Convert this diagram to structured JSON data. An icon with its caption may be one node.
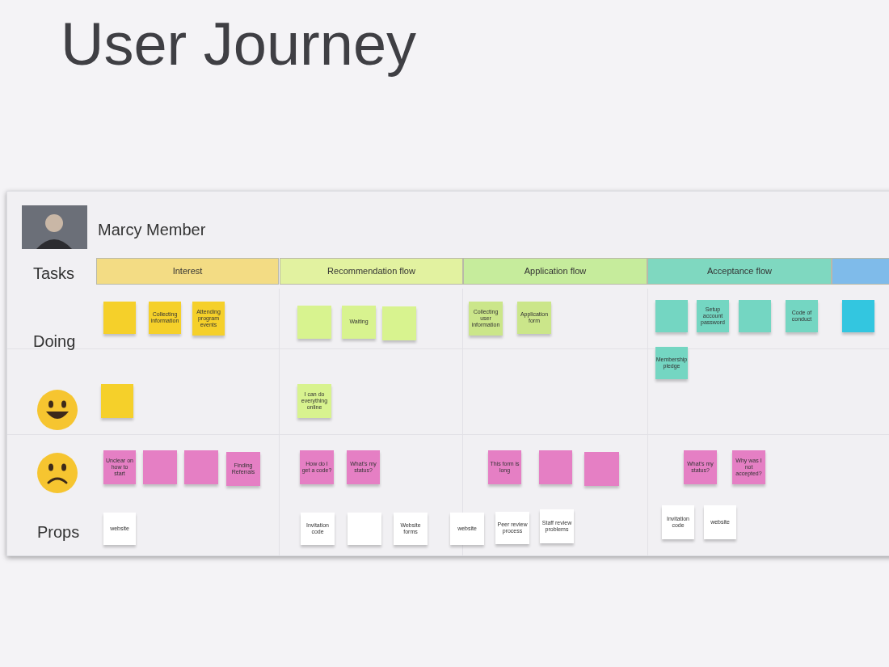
{
  "diagram": {
    "title": "User Journey",
    "nodes": [
      {
        "text": [
          "Interest"
        ]
      },
      {
        "text": [
          "Recommendation flow"
        ]
      },
      {
        "text": [
          "Application flow"
        ]
      },
      {
        "text": [
          "Acceptance flow"
        ]
      },
      {
        "text": [],
        "shape": "bar"
      },
      {
        "text": [],
        "shape": "box"
      },
      {
        "text": [
          "Collecting information"
        ]
      },
      {
        "text": [
          "Attending program events"
        ]
      },
      {
        "text": [],
        "shape": "box"
      },
      {
        "text": [
          "Waiting"
        ]
      },
      {
        "text": [],
        "shape": "box"
      },
      {
        "text": [
          "Collecting user information"
        ]
      },
      {
        "text": [
          "Application form"
        ]
      },
      {
        "text": [],
        "shape": "box"
      },
      {
        "text": [
          "Setup account password"
        ]
      },
      {
        "text": [],
        "shape": "box"
      },
      {
        "text": [
          "Code of conduct"
        ]
      },
      {
        "text": [],
        "shape": "box"
      },
      {
        "text": [
          "Membership pledge"
        ]
      },
      {
        "text": [],
        "shape": "box"
      },
      {
        "text": [
          "I can do everything online"
        ]
      },
      {
        "text": [
          "Unclear on how to start"
        ]
      },
      {
        "text": [],
        "shape": "box"
      },
      {
        "text": [],
        "shape": "box"
      },
      {
        "text": [
          "Finding Referrals"
        ]
      },
      {
        "text": [
          "How do I get a code?"
        ]
      },
      {
        "text": [
          "What's my status?"
        ]
      },
      {
        "text": [
          "This form is long"
        ]
      },
      {
        "text": [],
        "shape": "box"
      },
      {
        "text": [],
        "shape": "box"
      },
      {
        "text": [
          "What's my status?"
        ]
      },
      {
        "text": [
          "Why was I not accepted?"
        ]
      },
      {
        "text": [
          "website"
        ]
      },
      {
        "text": [
          "Invitation code"
        ]
      },
      {
        "text": [],
        "shape": "box"
      },
      {
        "text": [
          "Website forms"
        ]
      },
      {
        "text": [
          "website"
        ]
      },
      {
        "text": [
          "Peer review process"
        ]
      },
      {
        "text": [
          "Staff review problems"
        ]
      },
      {
        "text": [
          "Invitation code"
        ]
      },
      {
        "text": [
          "website"
        ]
      }
    ],
    "labels": [
      "Marcy Member",
      "Tasks",
      "Doing",
      "Props"
    ]
  }
}
